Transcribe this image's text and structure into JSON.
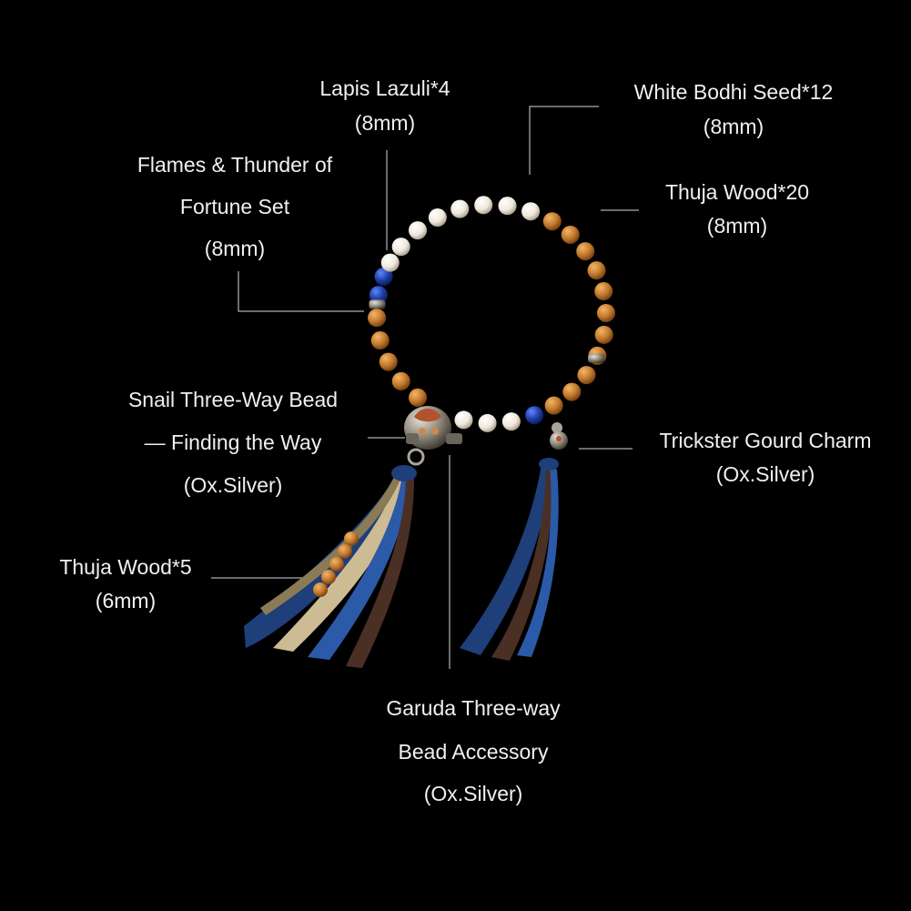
{
  "colors": {
    "background": "#000000",
    "text": "#f0f0f0",
    "thuja_wood": "#c47a2c",
    "lapis_lazuli": "#1f3fa8",
    "white_bodhi": "#f4efe6",
    "tassel_blue": "#1f3f7a",
    "tassel_brown": "#4a2f24",
    "tassel_beige": "#cdbb94",
    "silver": "#a9a49c"
  },
  "labels": {
    "lapis": {
      "line1": "Lapis Lazuli*4",
      "line2": "(8mm)"
    },
    "bodhi": {
      "line1": "White Bodhi Seed*12",
      "line2": "(8mm)"
    },
    "flames": {
      "line1": "Flames & Thunder of",
      "line2": "Fortune Set",
      "line3": "(8mm)"
    },
    "thuja20": {
      "line1": "Thuja Wood*20",
      "line2": "(8mm)"
    },
    "snail": {
      "line1": "Snail Three-Way Bead",
      "line2": "— Finding the Way",
      "line3": "(Ox.Silver)"
    },
    "gourd": {
      "line1": "Trickster Gourd Charm",
      "line2": "(Ox.Silver)"
    },
    "thuja5": {
      "line1": "Thuja Wood*5",
      "line2": "(6mm)"
    },
    "garuda": {
      "line1": "Garuda Three-way",
      "line2": "Bead Accessory",
      "line3": "(Ox.Silver)"
    }
  }
}
